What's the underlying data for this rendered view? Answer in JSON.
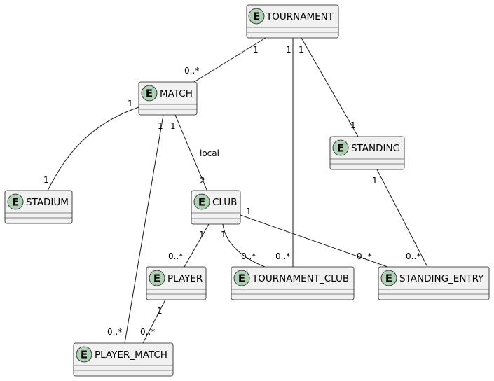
{
  "entities": {
    "tournament": "TOURNAMENT",
    "match": "MATCH",
    "standing": "STANDING",
    "stadium": "STADIUM",
    "club": "CLUB",
    "player": "PLAYER",
    "tournament_club": "TOURNAMENT_CLUB",
    "standing_entry": "STANDING_ENTRY",
    "player_match": "PLAYER_MATCH"
  },
  "entity_badge": "E",
  "relationships": {
    "tournament_match": {
      "from": "1",
      "to": "0..*"
    },
    "tournament_tournament_club": {
      "from": "1",
      "to": "0..*"
    },
    "tournament_standing": {
      "from": "1",
      "to": "1"
    },
    "match_stadium": {
      "from": "1",
      "to": "1"
    },
    "match_player_match": {
      "from": "1",
      "to": "0..*"
    },
    "match_club": {
      "from": "1",
      "to": "2",
      "label": "local"
    },
    "standing_standing_entry": {
      "from": "1",
      "to": "0..*"
    },
    "club_player": {
      "from": "1",
      "to": "0..*"
    },
    "club_tournament_club": {
      "from": "1",
      "to": "0..*"
    },
    "club_standing_entry": {
      "from": "1",
      "to": "0..*"
    },
    "player_player_match": {
      "from": "1",
      "to": "0..*"
    }
  },
  "colors": {
    "entity_fill": "#f1f1f1",
    "badge_fill": "#add1b2",
    "stroke": "#181818"
  }
}
